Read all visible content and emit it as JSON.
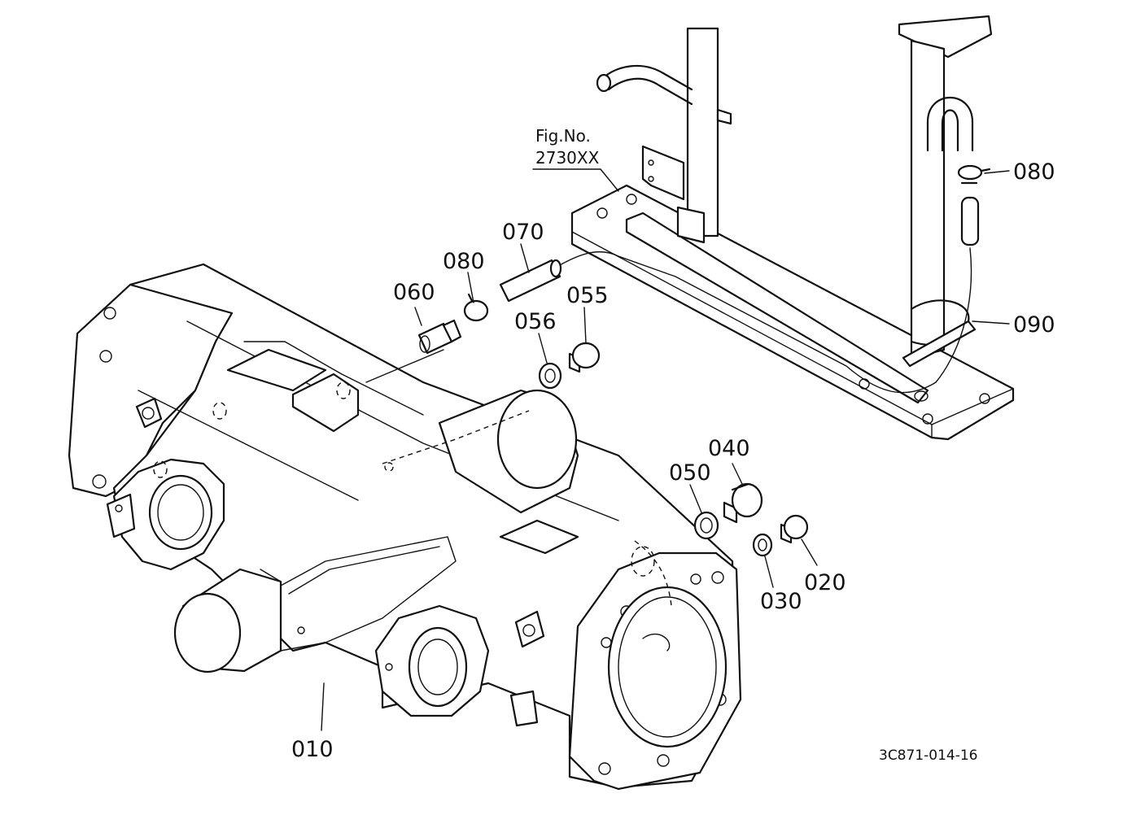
{
  "figure_reference": {
    "line1": "Fig.No.",
    "line2": "2730XX"
  },
  "drawing_code": "3C871-014-16",
  "callouts": [
    {
      "id": "c010",
      "part": "010"
    },
    {
      "id": "c020",
      "part": "020"
    },
    {
      "id": "c030",
      "part": "030"
    },
    {
      "id": "c040",
      "part": "040"
    },
    {
      "id": "c050",
      "part": "050"
    },
    {
      "id": "c055",
      "part": "055"
    },
    {
      "id": "c056",
      "part": "056"
    },
    {
      "id": "c060",
      "part": "060"
    },
    {
      "id": "c070",
      "part": "070"
    },
    {
      "id": "c080a",
      "part": "080"
    },
    {
      "id": "c080b",
      "part": "080"
    },
    {
      "id": "c090",
      "part": "090"
    }
  ]
}
